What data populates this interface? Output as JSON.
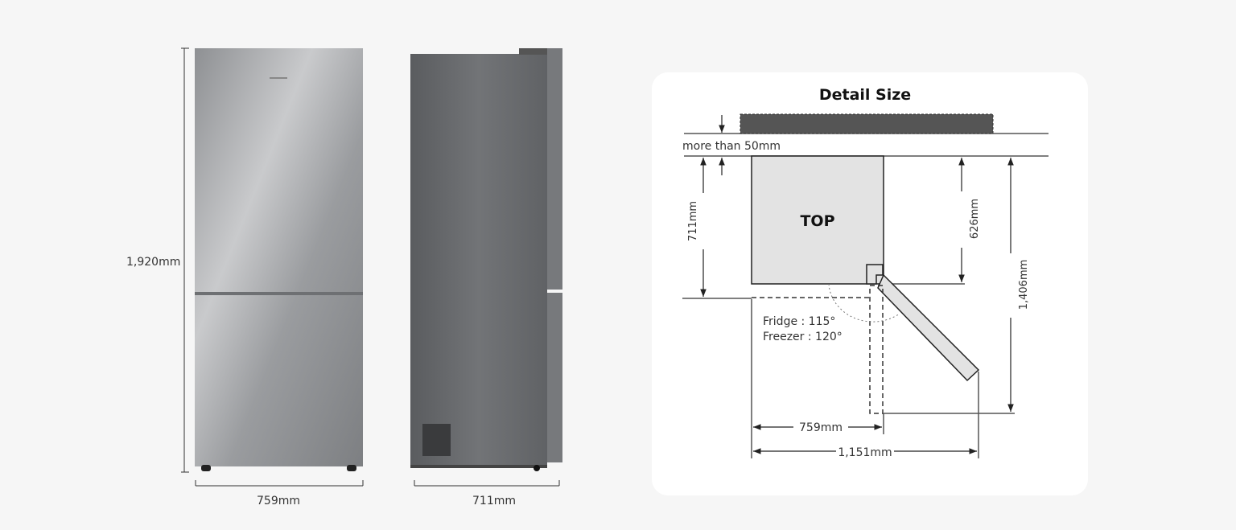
{
  "product_views": {
    "height_label": "1,920mm",
    "front_width_label": "759mm",
    "side_depth_label": "711mm"
  },
  "detail_panel": {
    "title": "Detail Size",
    "clearance_label": "more than 50mm",
    "top_label": "TOP",
    "depth_label": "711mm",
    "body_depth_label": "626mm",
    "open_depth_label": "1,406mm",
    "fridge_angle_label": "Fridge : 115°",
    "freezer_angle_label": "Freezer : 120°",
    "width_label": "759mm",
    "open_width_label": "1,151mm"
  },
  "colors": {
    "background": "#f6f6f6",
    "card": "#ffffff",
    "fridge_body": "#8a8c8f",
    "top_fill": "#e3e3e3",
    "wall": "#555555"
  }
}
